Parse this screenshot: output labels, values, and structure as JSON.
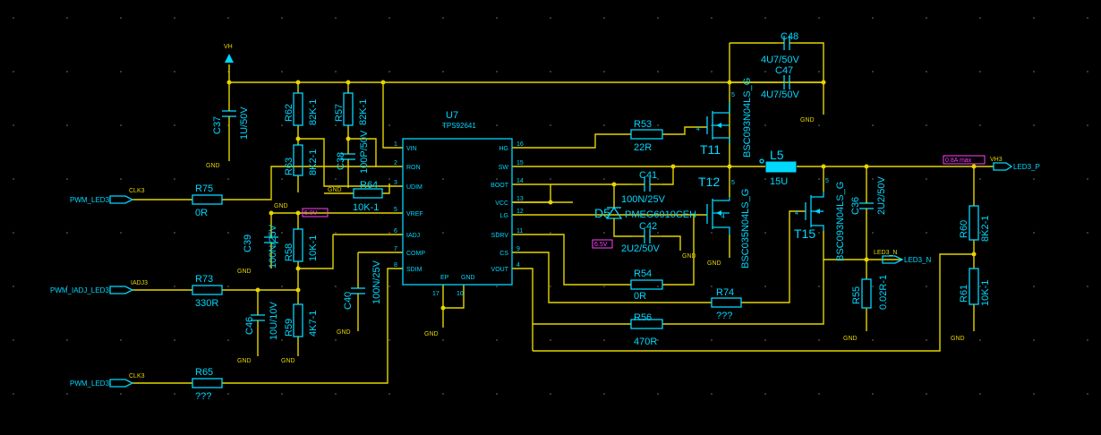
{
  "ic": {
    "ref": "U7",
    "part": "TPS92641",
    "left_pins": [
      {
        "num": "1",
        "name": "VIN"
      },
      {
        "num": "2",
        "name": "RON"
      },
      {
        "num": "3",
        "name": "UDIM"
      },
      {
        "num": "5",
        "name": "VREF"
      },
      {
        "num": "6",
        "name": "IADJ"
      },
      {
        "num": "7",
        "name": "COMP"
      },
      {
        "num": "8",
        "name": "SDIM"
      }
    ],
    "right_pins": [
      {
        "num": "16",
        "name": "HG"
      },
      {
        "num": "15",
        "name": "SW"
      },
      {
        "num": "14",
        "name": "BOOT"
      },
      {
        "num": "13",
        "name": "VCC"
      },
      {
        "num": "12",
        "name": "LG"
      },
      {
        "num": "11",
        "name": "SDRV"
      },
      {
        "num": "9",
        "name": "CS"
      },
      {
        "num": "4",
        "name": "VOUT"
      }
    ],
    "bottom_pins": [
      {
        "num": "17",
        "name": "EP"
      },
      {
        "num": "10",
        "name": "GND"
      }
    ]
  },
  "components": {
    "C37": {
      "ref": "C37",
      "value": "1U/50V"
    },
    "R62": {
      "ref": "R62",
      "value": "82K-1"
    },
    "R57": {
      "ref": "R57",
      "value": "82K-1"
    },
    "R63": {
      "ref": "R63",
      "value": "8K2-1"
    },
    "C38": {
      "ref": "C38",
      "value": "100P/50V"
    },
    "R64": {
      "ref": "R64",
      "value": "10K-1"
    },
    "R75": {
      "ref": "R75",
      "value": "0R"
    },
    "C39": {
      "ref": "C39",
      "value": "100N/25V"
    },
    "R58": {
      "ref": "R58",
      "value": "10K-1"
    },
    "R73": {
      "ref": "R73",
      "value": "330R"
    },
    "C46": {
      "ref": "C46",
      "value": "10U/10V"
    },
    "R59": {
      "ref": "R59",
      "value": "4K7-1"
    },
    "C40": {
      "ref": "C40",
      "value": "100N/25V"
    },
    "R65": {
      "ref": "R65",
      "value": "???"
    },
    "R53": {
      "ref": "R53",
      "value": "22R"
    },
    "T11": {
      "ref": "T11",
      "value": "BSC093N04LS_G"
    },
    "C48": {
      "ref": "C48",
      "value": "4U7/50V"
    },
    "C47": {
      "ref": "C47",
      "value": "4U7/50V"
    },
    "C41": {
      "ref": "C41",
      "value": "100N/25V"
    },
    "D5": {
      "ref": "D5",
      "value": "PMEG6010CEH"
    },
    "C42": {
      "ref": "C42",
      "value": "2U2/50V"
    },
    "T12": {
      "ref": "T12",
      "value": "BSC035N04LS_G"
    },
    "L5": {
      "ref": "L5",
      "value": "15U"
    },
    "T15": {
      "ref": "T15",
      "value": "BSC093N04LS_G"
    },
    "C36": {
      "ref": "C36",
      "value": "2U2/50V"
    },
    "R54": {
      "ref": "R54",
      "value": "0R"
    },
    "R74": {
      "ref": "R74",
      "value": "???"
    },
    "R56": {
      "ref": "R56",
      "value": "470R"
    },
    "R55": {
      "ref": "R55",
      "value": "0.02R-1"
    },
    "R60": {
      "ref": "R60",
      "value": "8K2-1"
    },
    "R61": {
      "ref": "R61",
      "value": "10K-1"
    }
  },
  "nets": {
    "vh": "VH",
    "gnd": "GND",
    "pwm_led3": "PWM_LED3",
    "pwm_iadj_led3": "PWM_IADJ_LED3",
    "clk": "CLK3",
    "clk2": "CLK3",
    "iadj": "IADJ3",
    "led3_p": "LED3_P",
    "led3_n": "LED3_N",
    "vh_r": "VH3"
  },
  "annotations": {
    "vref_v": "5.0V",
    "vcc_v": "6.5V",
    "current": "0.8A max"
  }
}
